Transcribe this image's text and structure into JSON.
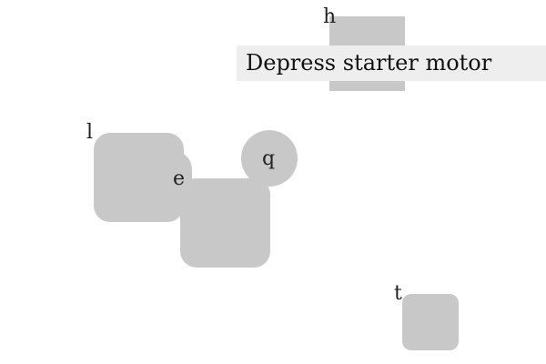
{
  "shapes": [
    {
      "name": "h",
      "label": "h"
    },
    {
      "name": "l",
      "label": "l"
    },
    {
      "name": "e",
      "label": "e"
    },
    {
      "name": "q",
      "label": "q"
    },
    {
      "name": "t",
      "label": "t"
    }
  ],
  "tooltip": {
    "text": "Depress starter motor"
  },
  "colors": {
    "shape_fill": "#c8c8c8",
    "tooltip_bg": "#eeeeee",
    "background": "#ffffff"
  }
}
